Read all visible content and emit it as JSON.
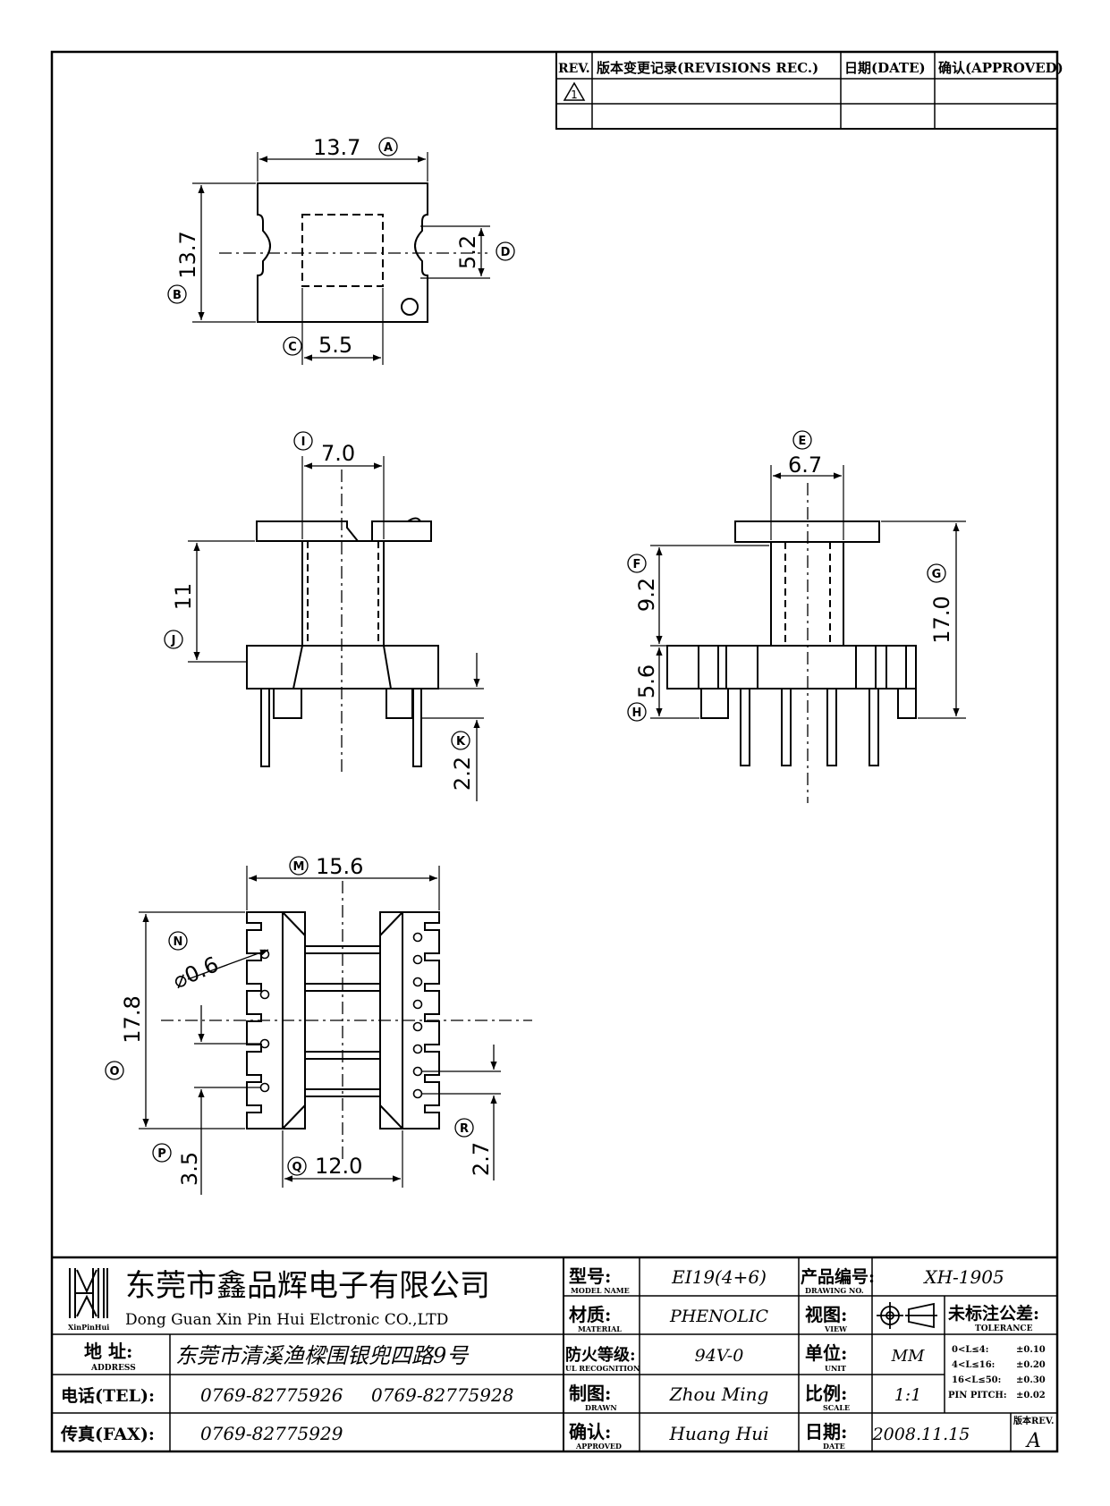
{
  "revision_table": {
    "headers": {
      "rev": "REV.",
      "record": "版本变更记录(REVISIONS REC.)",
      "date": "日期(DATE)",
      "approved": "确认(APPROVED)"
    }
  },
  "views": {
    "top": {
      "width_label": "13.7",
      "width_tag": "A",
      "height_label": "13.7",
      "height_tag": "B",
      "core_label": "5.5",
      "core_tag": "C",
      "slot_label": "5.2",
      "slot_tag": "D"
    },
    "front": {
      "core_label": "7.0",
      "core_tag": "I",
      "height_label": "11",
      "height_tag": "J",
      "pin_label": "2.2",
      "pin_tag": "K"
    },
    "side": {
      "core_label": "6.7",
      "core_tag": "E",
      "upper_label": "9.2",
      "upper_tag": "F",
      "total_label": "17.0",
      "total_tag": "G",
      "base_label": "5.6",
      "base_tag": "H"
    },
    "bottom": {
      "width_label": "15.6",
      "width_tag": "M",
      "pin_dia_label": "⌀0.6",
      "pin_dia_tag": "N",
      "height_label": "17.8",
      "height_tag": "O",
      "pitch_left_label": "3.5",
      "pitch_left_tag": "P",
      "row_label": "12.0",
      "row_tag": "Q",
      "pitch_right_label": "2.7",
      "pitch_right_tag": "R"
    }
  },
  "title_block": {
    "logo_text": "XinPinHui",
    "company_cn": "东莞市鑫品辉电子有限公司",
    "company_en": "Dong Guan Xin Pin Hui Elctronic CO.,LTD",
    "address_label": "地  址:",
    "address_sub": "ADDRESS",
    "address": "东莞市清溪渔樑围银兜四路9号",
    "tel_label": "电话(TEL):",
    "tel1": "0769-82775926",
    "tel2": "0769-82775928",
    "fax_label": "传真(FAX):",
    "fax": "0769-82775929",
    "model_label": "型号:",
    "model_sub": "MODEL NAME",
    "model": "EI19(4+6)",
    "material_label": "材质:",
    "material_sub": "MATERIAL",
    "material": "PHENOLIC",
    "ul_label": "防火等级:",
    "ul_sub": "UL RECOGNITION",
    "ul": "94V-0",
    "drawn_label": "制图:",
    "drawn_sub": "DRAWN",
    "drawn": "Zhou Ming",
    "approved_label": "确认:",
    "approved_sub": "APPROVED",
    "approved": "Huang Hui",
    "drawing_no_label": "产品编号:",
    "drawing_no_sub": "DRAWING NO.",
    "drawing_no": "XH-1905",
    "view_label": "视图:",
    "view_sub": "VIEW",
    "unit_label": "单位:",
    "unit_sub": "UNIT",
    "unit": "MM",
    "scale_label": "比例:",
    "scale_sub": "SCALE",
    "scale": "1:1",
    "date_label": "日期:",
    "date_sub": "DATE",
    "date": "2008.11.15",
    "tolerance_title": "未标注公差:",
    "tolerance_sub": "TOLERANCE",
    "tolerances": [
      {
        "range": "0<L≤4:",
        "value": "±0.10"
      },
      {
        "range": "4<L≤16:",
        "value": "±0.20"
      },
      {
        "range": "16<L≤50:",
        "value": "±0.30"
      },
      {
        "range": "PIN PITCH:",
        "value": "±0.02"
      }
    ],
    "rev_label": "版本REV.",
    "rev": "A"
  }
}
